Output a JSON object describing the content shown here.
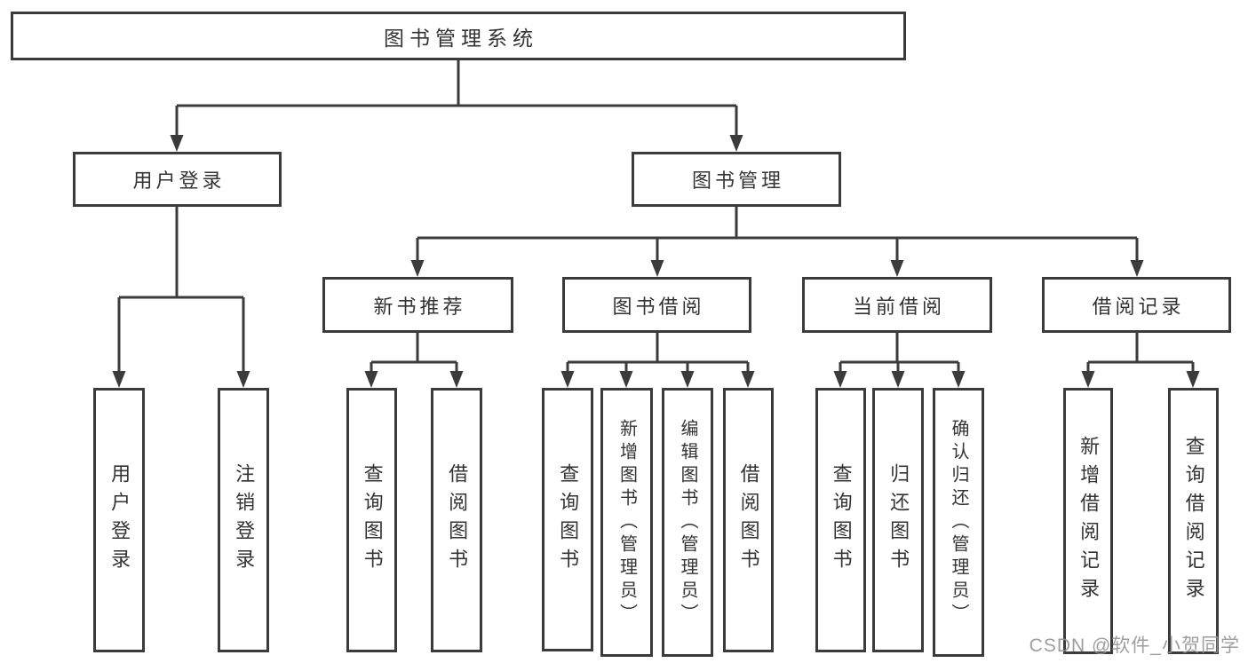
{
  "tree": {
    "label": "图书管理系统",
    "children": [
      {
        "label": "用户登录",
        "children": [
          {
            "label": "用户登录"
          },
          {
            "label": "注销登录"
          }
        ]
      },
      {
        "label": "图书管理",
        "children": [
          {
            "label": "新书推荐",
            "children": [
              {
                "label": "查询图书"
              },
              {
                "label": "借阅图书"
              }
            ]
          },
          {
            "label": "图书借阅",
            "children": [
              {
                "label": "查询图书"
              },
              {
                "label": "新增图书（管理员）"
              },
              {
                "label": "编辑图书（管理员）"
              },
              {
                "label": "借阅图书"
              }
            ]
          },
          {
            "label": "当前借阅",
            "children": [
              {
                "label": "查询图书"
              },
              {
                "label": "归还图书"
              },
              {
                "label": "确认归还（管理员）"
              }
            ]
          },
          {
            "label": "借阅记录",
            "children": [
              {
                "label": "新增借阅记录"
              },
              {
                "label": "查询借阅记录"
              }
            ]
          }
        ]
      }
    ]
  },
  "watermark": {
    "text": "CSDN @软件_小贺同学"
  },
  "colors": {
    "line": "#3b3b3b",
    "box_border": "#3b3b3b",
    "box_background": "#ffffff",
    "text": "#333333",
    "watermark": "#949494",
    "page_background": "#ffffff"
  }
}
